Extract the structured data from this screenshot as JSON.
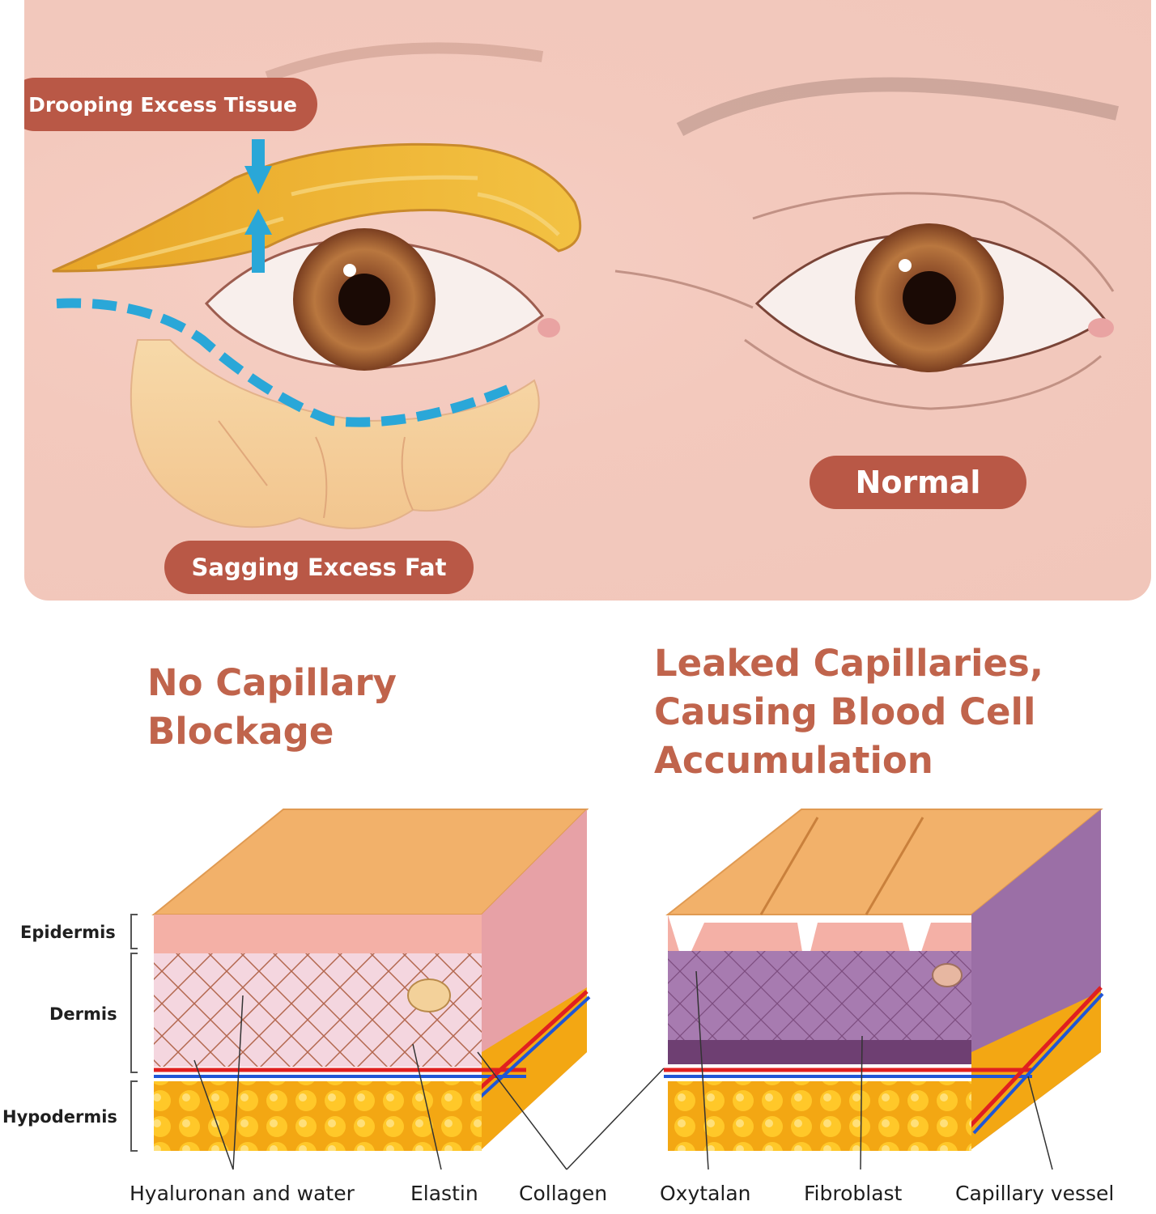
{
  "eye_panel": {
    "drooping_label": "Drooping Excess Tissue",
    "sagging_label": "Sagging Excess Fat",
    "normal_label": "Normal"
  },
  "skin_section": {
    "left_title": [
      "No Capillary",
      "Blockage"
    ],
    "right_title": [
      "Leaked Capillaries,",
      "Causing Blood Cell",
      "Accumulation"
    ],
    "layers": [
      "Epidermis",
      "Dermis",
      "Hypodermis"
    ],
    "components": [
      "Hyaluronan and water",
      "Elastin",
      "Collagen",
      "Oxytalan",
      "Fibroblast",
      "Capillary vessel"
    ]
  },
  "colors": {
    "label_pill": "#b95846",
    "title_text": "#c0644c",
    "arrow_blue": "#2aa7d8",
    "fat_yellow": "#f2b21f",
    "dermis_purple": "#9b6fa6"
  }
}
